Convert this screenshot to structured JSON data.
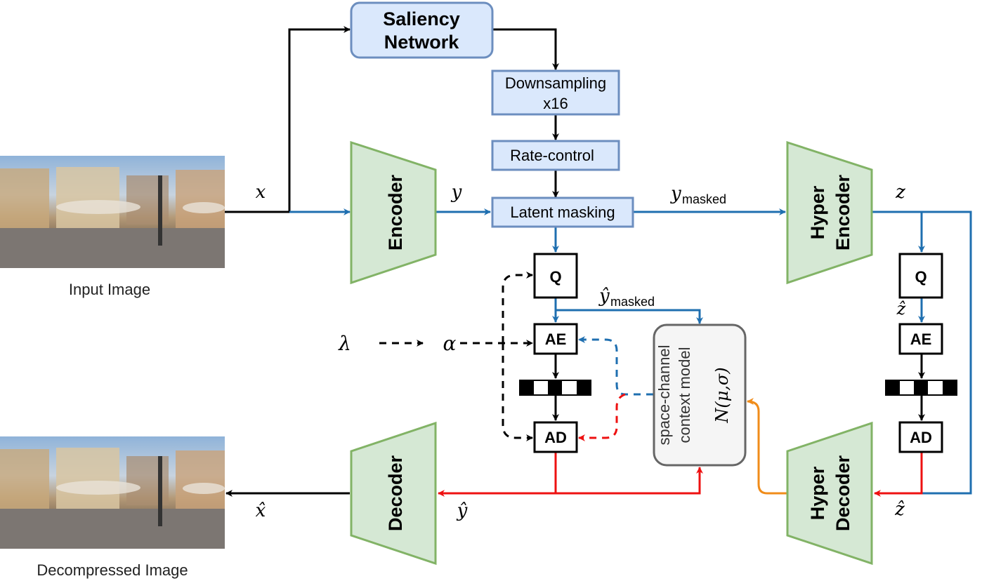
{
  "labels": {
    "saliency_line1": "Saliency",
    "saliency_line2": "Network",
    "downsampling_line1": "Downsampling",
    "downsampling_line2": "x16",
    "rate_control": "Rate-control",
    "latent_masking": "Latent masking",
    "encoder": "Encoder",
    "decoder": "Decoder",
    "hyper_encoder_line1": "Hyper",
    "hyper_encoder_line2": "Encoder",
    "hyper_decoder_line1": "Hyper",
    "hyper_decoder_line2": "Decoder",
    "q_main": "Q",
    "ae_main": "AE",
    "ad_main": "AD",
    "q_hyper": "Q",
    "ae_hyper": "AE",
    "ad_hyper": "AD",
    "context_line1": "space-channel",
    "context_line2": "context model",
    "context_dist": "N(μ,σ)",
    "input_caption": "Input Image",
    "output_caption": "Decompressed Image"
  },
  "symbols": {
    "x": "x",
    "y": "y",
    "y_masked": "y",
    "y_masked_sub": "masked",
    "y_hat_masked": "ŷ",
    "y_hat_masked_sub": "masked",
    "z": "z",
    "z_hat_top": "ẑ",
    "z_hat_bottom": "ẑ",
    "x_hat": "x̂",
    "y_hat": "ŷ",
    "lambda": "λ",
    "alpha": "α"
  },
  "colors": {
    "box_fill": "#dae8fc",
    "box_stroke": "#6c8ebf",
    "trap_fill": "#d5e8d4",
    "trap_stroke": "#82b366",
    "blue_arrow": "#1f6fb0",
    "red_arrow": "#ee1111",
    "orange_arrow": "#f08c1a",
    "black_arrow": "#000000",
    "context_fill": "#f5f5f5",
    "context_stroke": "#666666"
  }
}
